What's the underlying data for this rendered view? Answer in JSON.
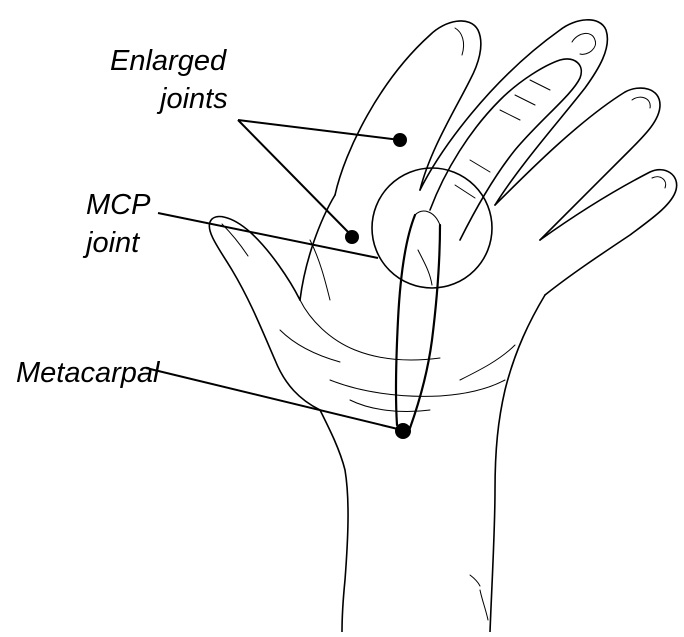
{
  "labels": {
    "enlarged_line1": "Enlarged",
    "enlarged_line2": "joints",
    "mcp_line1": "MCP",
    "mcp_line2": "joint",
    "metacarpal": "Metacarpal"
  },
  "colors": {
    "ink": "#000000",
    "background": "#ffffff"
  }
}
